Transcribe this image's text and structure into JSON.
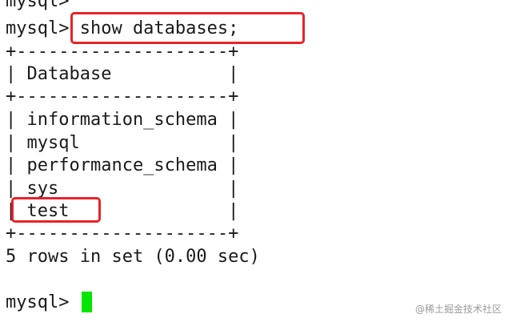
{
  "terminal": {
    "lines": [
      "mysql>",
      "mysql> show databases;",
      "+--------------------+",
      "| Database           |",
      "+--------------------+",
      "| information_schema |",
      "| mysql              |",
      "| performance_schema |",
      "| sys                |",
      "| test               |",
      "+--------------------+",
      "5 rows in set (0.00 sec)",
      "",
      "mysql> "
    ],
    "cursor_color": "#00e600",
    "highlight_color": "#e8232a"
  },
  "watermark": "@稀土掘金技术社区"
}
